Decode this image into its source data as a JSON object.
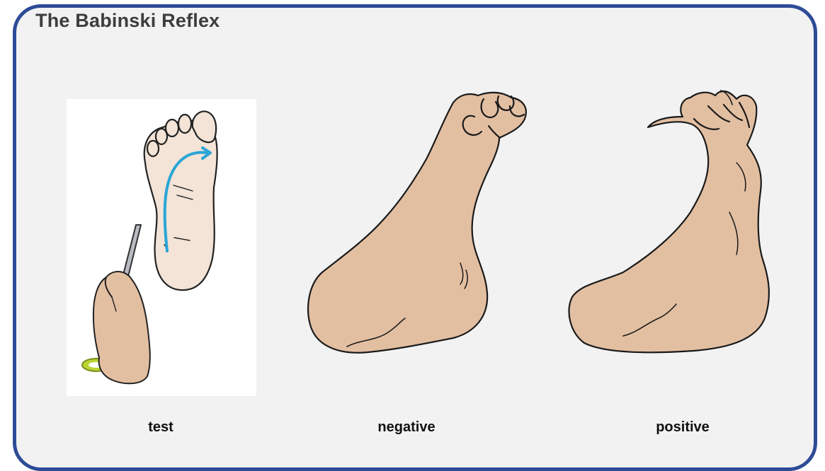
{
  "title": "The Babinski Reflex",
  "panels": [
    {
      "id": "test",
      "caption": "test"
    },
    {
      "id": "negative",
      "caption": "negative"
    },
    {
      "id": "positive",
      "caption": "positive"
    }
  ],
  "colors": {
    "border": "#2d4b97",
    "background": "#f2f2f2",
    "skin": "#e3bfa2",
    "sole": "#f3e4d7",
    "stroke_arrow": "#2aa5d6",
    "hammer_ring": "#b9d532"
  }
}
